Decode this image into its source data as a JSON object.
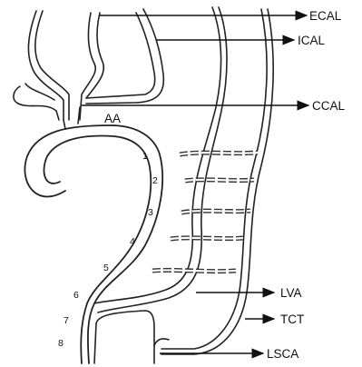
{
  "labels": {
    "ecal": "ECAL",
    "ical": "ICAL",
    "ccal": "CCAL",
    "aa": "AA",
    "lva": "LVA",
    "tct": "TCT",
    "lsca": "LSCA"
  },
  "segments": [
    "1",
    "2",
    "3",
    "4",
    "5",
    "6",
    "7",
    "8"
  ],
  "colors": {
    "line": "#222222",
    "background": "#ffffff"
  }
}
